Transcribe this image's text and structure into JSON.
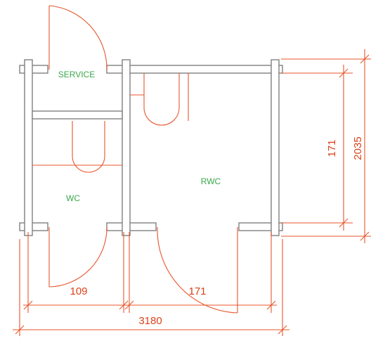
{
  "rooms": {
    "service": "SERVICE",
    "wc": "WC",
    "rwc": "RWC"
  },
  "dimensions": {
    "door_wc": "109",
    "door_rwc": "171",
    "total_width": "3180",
    "inner_height": "171",
    "total_height": "2035"
  },
  "colors": {
    "wall_stroke": "#7f7f7f",
    "dimension": "#e8552b",
    "label": "#3aa84a"
  }
}
